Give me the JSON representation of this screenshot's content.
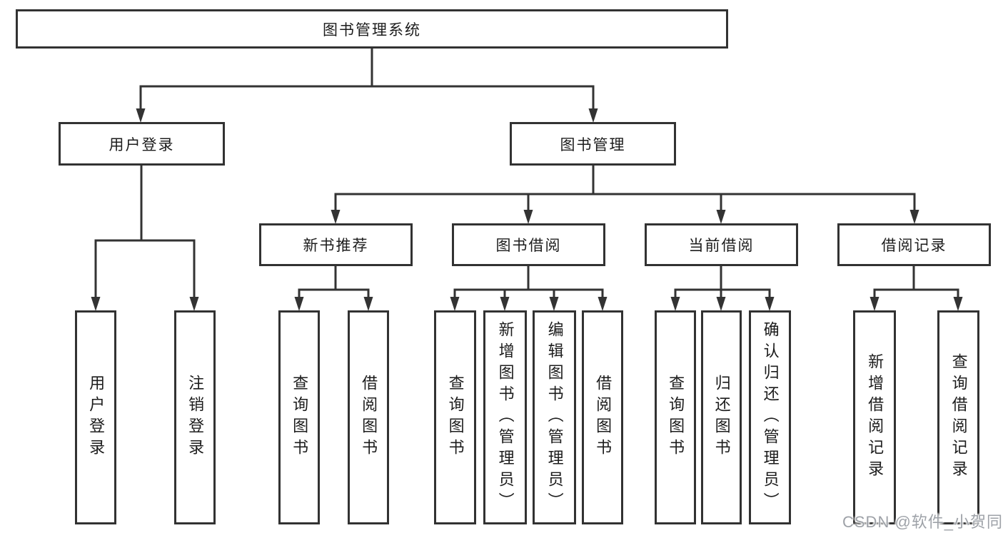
{
  "diagram": {
    "background_color": "#ffffff",
    "line_color": "#333333",
    "text_color": "#1c1c1c",
    "root": {
      "label": "图书管理系统"
    },
    "branches": [
      {
        "label": "用户登录",
        "children": [
          {
            "label": "用户登录"
          },
          {
            "label": "注销登录"
          }
        ]
      },
      {
        "label": "图书管理",
        "children": [
          {
            "label": "新书推荐",
            "children": [
              {
                "label": "查询图书"
              },
              {
                "label": "借阅图书"
              }
            ]
          },
          {
            "label": "图书借阅",
            "children": [
              {
                "label": "查询图书"
              },
              {
                "label": "新增图书（管理员）"
              },
              {
                "label": "编辑图书（管理员）"
              },
              {
                "label": "借阅图书"
              }
            ]
          },
          {
            "label": "当前借阅",
            "children": [
              {
                "label": "查询图书"
              },
              {
                "label": "归还图书"
              },
              {
                "label": "确认归还（管理员）"
              }
            ]
          },
          {
            "label": "借阅记录",
            "children": [
              {
                "label": "新增借阅记录"
              },
              {
                "label": "查询借阅记录"
              }
            ]
          }
        ]
      }
    ],
    "watermark": {
      "text": "CSDN @软件_小贺同学",
      "color": "#9ea2a8"
    }
  }
}
